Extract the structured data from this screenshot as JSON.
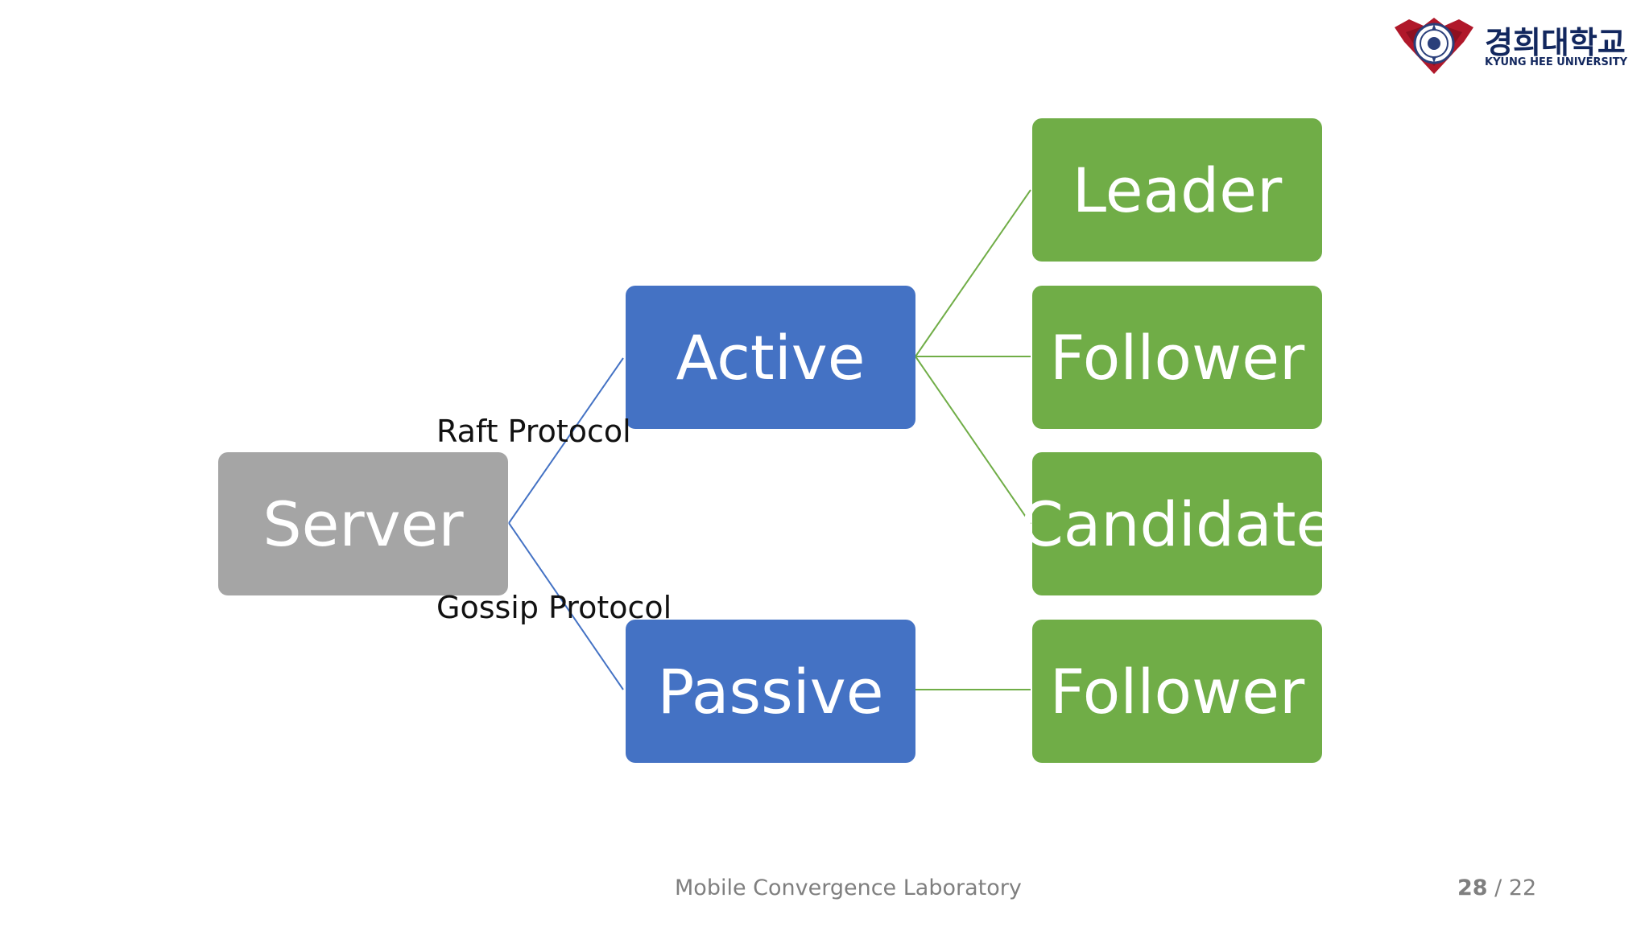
{
  "diagram": {
    "nodes": {
      "server": "Server",
      "active": "Active",
      "passive": "Passive",
      "leader": "Leader",
      "follower_active": "Follower",
      "candidate": "Candidate",
      "follower_passive": "Follower"
    },
    "edge_labels": {
      "raft": "Raft Protocol",
      "gossip": "Gossip Protocol"
    },
    "colors": {
      "server": "#a5a5a5",
      "mode": "#4472c4",
      "role": "#70ad47",
      "mode_edge": "#4472c4",
      "role_edge": "#70ad47"
    }
  },
  "footer": {
    "lab": "Mobile Convergence Laboratory",
    "page_current": "28",
    "page_separator": "/",
    "page_total": "22"
  },
  "logo": {
    "name": "경희대학교",
    "subtitle": "KYUNG HEE UNIVERSITY"
  }
}
